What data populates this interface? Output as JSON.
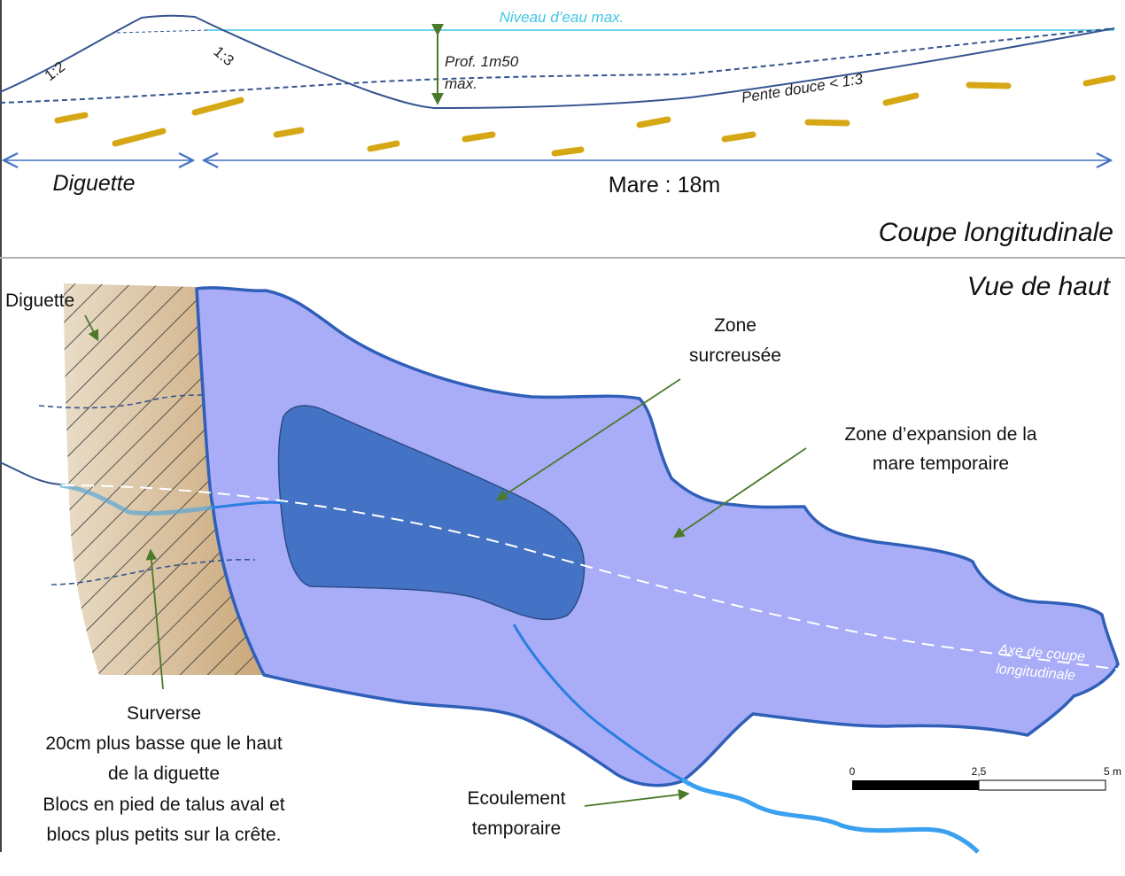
{
  "colors": {
    "pond_light": "#a9adf7",
    "pond_border": "#2f5fb8",
    "deep_zone": "#4472c4",
    "deep_zone_border": "#2c4d8a",
    "dike_fill": "#d6bd98",
    "profile_line": "#34558f",
    "water_level": "#41c6e6",
    "stream": "#2196f3",
    "arrow_green": "#4b7a2a",
    "dimension_blue": "#4472c4",
    "gravel_gold": "#d6a715"
  },
  "section": {
    "water_level_label": "Niveau d’eau max.",
    "slope_left": "1:2",
    "slope_right": "1:3",
    "depth_label_line1": "Prof. 1m50",
    "depth_label_line2": "max.",
    "gentle_slope": "Pente douce < 1:3",
    "dike_dimension": "Diguette",
    "pond_dimension": "Mare : 18m",
    "title": "Coupe longitudinale"
  },
  "plan": {
    "title": "Vue de haut",
    "dike_label": "Diguette",
    "deep_zone_line1": "Zone",
    "deep_zone_line2": "surcreusée",
    "expansion_line1": "Zone d’expansion de la",
    "expansion_line2": "mare temporaire",
    "overflow_lines": [
      "Surverse",
      "20cm plus basse que le haut",
      "de la diguette",
      "Blocs en pied de talus aval et",
      "blocs plus petits sur la crête."
    ],
    "outflow_line1": "Ecoulement",
    "outflow_line2": "temporaire",
    "axis_line1": "Axe de coupe",
    "axis_line2": "longitudinale"
  },
  "scale_bar": {
    "tick_start": "0",
    "tick_mid": "2,5",
    "tick_end": "5 m"
  }
}
